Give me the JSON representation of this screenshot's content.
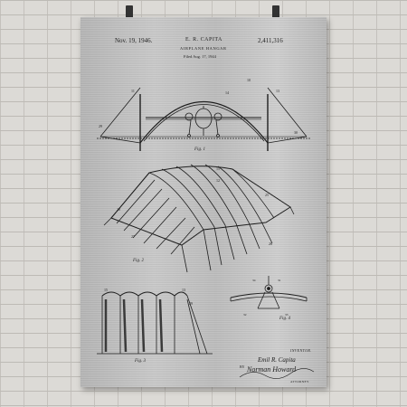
{
  "patent": {
    "date": "Nov. 19, 1946.",
    "inventor_header": "E. R. CAPITA",
    "number": "2,411,316",
    "title": "AIRPLANE HANGAR",
    "filed": "Filed Aug. 17, 1944"
  },
  "figures": [
    {
      "label": "Fig. 1"
    },
    {
      "label": "Fig. 2"
    },
    {
      "label": "Fig. 3"
    },
    {
      "label": "Fig. 4"
    }
  ],
  "signature": {
    "inventor_label": "INVENTOR.",
    "inventor_name": "Emil R. Capita",
    "by": "BY",
    "attorney_signature": "Norman Howard",
    "attorney_label": "ATTORNEY"
  },
  "colors": {
    "poster_metal": "#c4c4c4",
    "ink": "#1e1e1e",
    "wall": "#dcdad6"
  }
}
